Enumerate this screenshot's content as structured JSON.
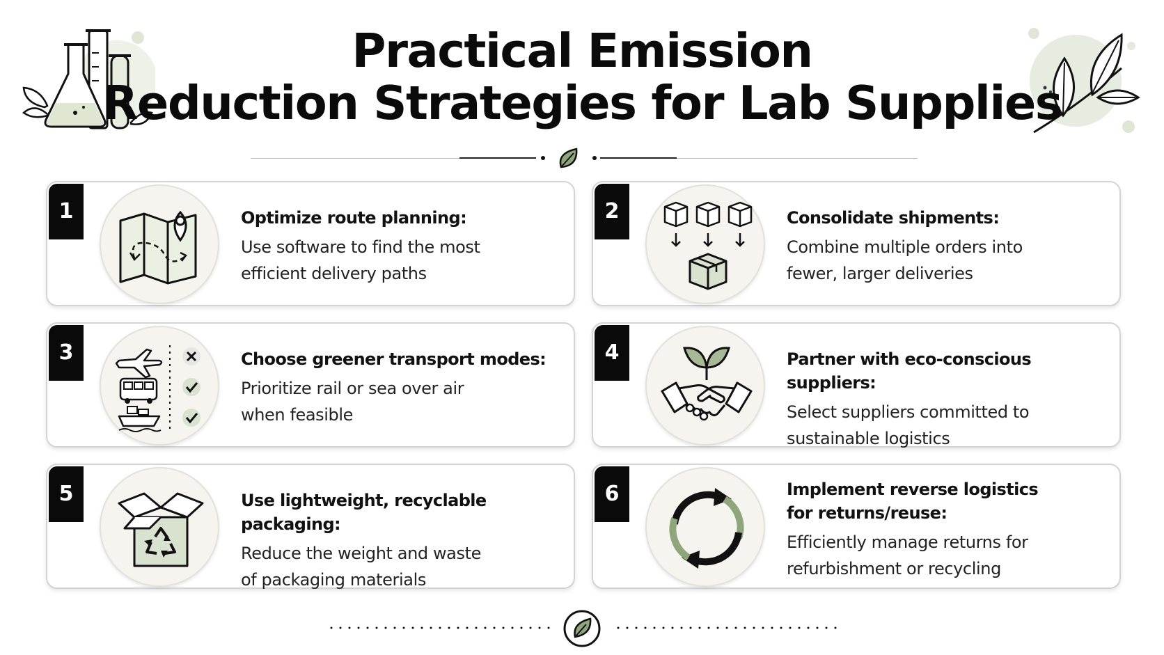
{
  "title": {
    "line1": "Practical Emission",
    "line2": "Reduction Strategies for Lab Supplies"
  },
  "colors": {
    "accent_green": "#8fa57c",
    "light_green": "#d9e2cf",
    "badge_black": "#0a0a0a",
    "circle_bg": "#f5f4ef"
  },
  "icons": {
    "header_left": "lab-glassware-icon",
    "header_right": "leaf-branch-icon",
    "divider_top": "leaf-icon",
    "divider_bottom": "leaf-circle-icon"
  },
  "strategies": [
    {
      "number": "1",
      "title": "Optimize route planning:",
      "description_line1": "Use software to find the most",
      "description_line2": "efficient delivery paths",
      "icon": "route-map-icon"
    },
    {
      "number": "2",
      "title": "Consolidate shipments:",
      "description_line1": "Combine multiple orders into",
      "description_line2": "fewer, larger deliveries",
      "icon": "consolidate-boxes-icon"
    },
    {
      "number": "3",
      "title": "Choose greener transport modes:",
      "description_line1": "Prioritize rail or sea over air",
      "description_line2": "when feasible",
      "icon": "transport-modes-icon"
    },
    {
      "number": "4",
      "title": "Partner with eco-conscious suppliers:",
      "description_line1": "Select suppliers committed to",
      "description_line2": "sustainable logistics",
      "icon": "handshake-plant-icon"
    },
    {
      "number": "5",
      "title": "Use lightweight, recyclable packaging:",
      "description_line1": "Reduce the weight and waste",
      "description_line2": "of packaging materials",
      "icon": "recyclable-box-icon"
    },
    {
      "number": "6",
      "title_line1": "Implement reverse logistics",
      "title_line2": "for returns/reuse:",
      "description_line1": "Efficiently manage returns for",
      "description_line2": "refurbishment or recycling",
      "icon": "circular-arrows-icon"
    }
  ]
}
